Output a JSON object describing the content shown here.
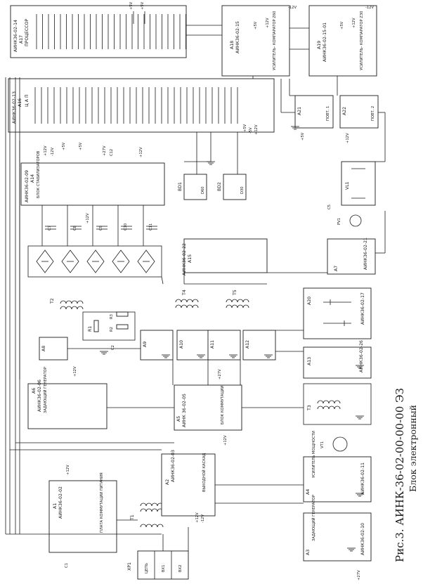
{
  "caption": {
    "title": "Рис.3. АИНК-36-02-00-00-00 ЭЗ",
    "subtitle": "Блок электронный"
  },
  "blocks": {
    "a17": {
      "ref": "А17",
      "part": "АИНК36-02-14",
      "name": "ПРОЦЕССОР"
    },
    "a16": {
      "ref": "А16",
      "part": "АИНК36-02-13",
      "name": "Ц А П"
    },
    "a18": {
      "ref": "А18",
      "part": "АИНК36-02-15",
      "name": "УСИЛИТЕЛЬ- КОМПАРАТОР Z60"
    },
    "a19": {
      "ref": "А19",
      "part": "АИНК36-02-15-01",
      "name": "УСИЛИТЕЛЬ- КОМПАРАТОР Z30"
    },
    "a21": {
      "ref": "А21",
      "name": "ПОВТ. 1"
    },
    "a22": {
      "ref": "А22",
      "name": "ПОВТ. 2"
    },
    "a14": {
      "ref": "А14",
      "part": "АИНК36-02-09",
      "name": "БЛОК СТАБИЛИЗАТОРОВ"
    },
    "a15": {
      "ref": "А15",
      "part": "АИНК36-02-22"
    },
    "a7": {
      "ref": "А7",
      "part": "АИНК36-02-21"
    },
    "a20": {
      "ref": "А20",
      "part": "АИНК36-02-17"
    },
    "a13": {
      "ref": "А13",
      "part": "АИНК36-02-26"
    },
    "a6": {
      "ref": "А6",
      "part": "АИНК36-02-06",
      "name": "ЗАДАЮЩИЙ ГЕНЕРАТОР"
    },
    "a5": {
      "ref": "А5",
      "part": "АИНК 36-02-05",
      "name": "БЛОК КОММУТАЦИИ"
    },
    "a8": {
      "ref": "А8"
    },
    "a9": {
      "ref": "А9"
    },
    "a10": {
      "ref": "А10"
    },
    "a11": {
      "ref": "А11"
    },
    "a12": {
      "ref": "А12"
    },
    "a4": {
      "ref": "А4",
      "part": "АИНК36-02-11",
      "name": "УСИЛИТЕЛЬ МОЩНОСТИ"
    },
    "a3": {
      "ref": "А3",
      "part": "АИНК36-02-10",
      "name": "ЗАДАЮЩИЙ ГЕНЕРАТОР"
    },
    "a2": {
      "ref": "А2",
      "part": "АИНК36-02-03",
      "name": "ВЫХОДНОЙ КАСКАД"
    },
    "a1": {
      "ref": "А1",
      "part": "АИНК36-02-02",
      "name": "ПЛАТА КОММУТАЦИИ ПИТАНИЯ"
    },
    "bd1": {
      "ref": "BD1",
      "name": "D60"
    },
    "bd2": {
      "ref": "BD2",
      "name": "D30"
    },
    "xp1": {
      "ref": "ХР1",
      "pins": [
        "ЦЕПЬ",
        "ВХ1",
        "ВХ2"
      ]
    }
  },
  "components": {
    "t1": "Т1",
    "t2": "Т2",
    "t3": "Т3",
    "t4": "Т4",
    "t5": "Т5",
    "r1": "R1",
    "r2": "R2",
    "r3": "R3",
    "c1": "С1",
    "c2": "С2",
    "c5": "С5",
    "c7": "С7",
    "c8": "С8",
    "c9": "С9",
    "c10": "С10",
    "c11": "С11",
    "c12": "С12",
    "vl1": "VL1",
    "pv1": "PV1",
    "vt1": "VT1"
  },
  "supplies": {
    "p5": "+5V",
    "p12": "+12V",
    "m12": "-12V",
    "p27": "+27V",
    "m5": "-5V"
  },
  "icons": {
    "ground": "ground-icon",
    "arrow": "arrow-icon"
  }
}
